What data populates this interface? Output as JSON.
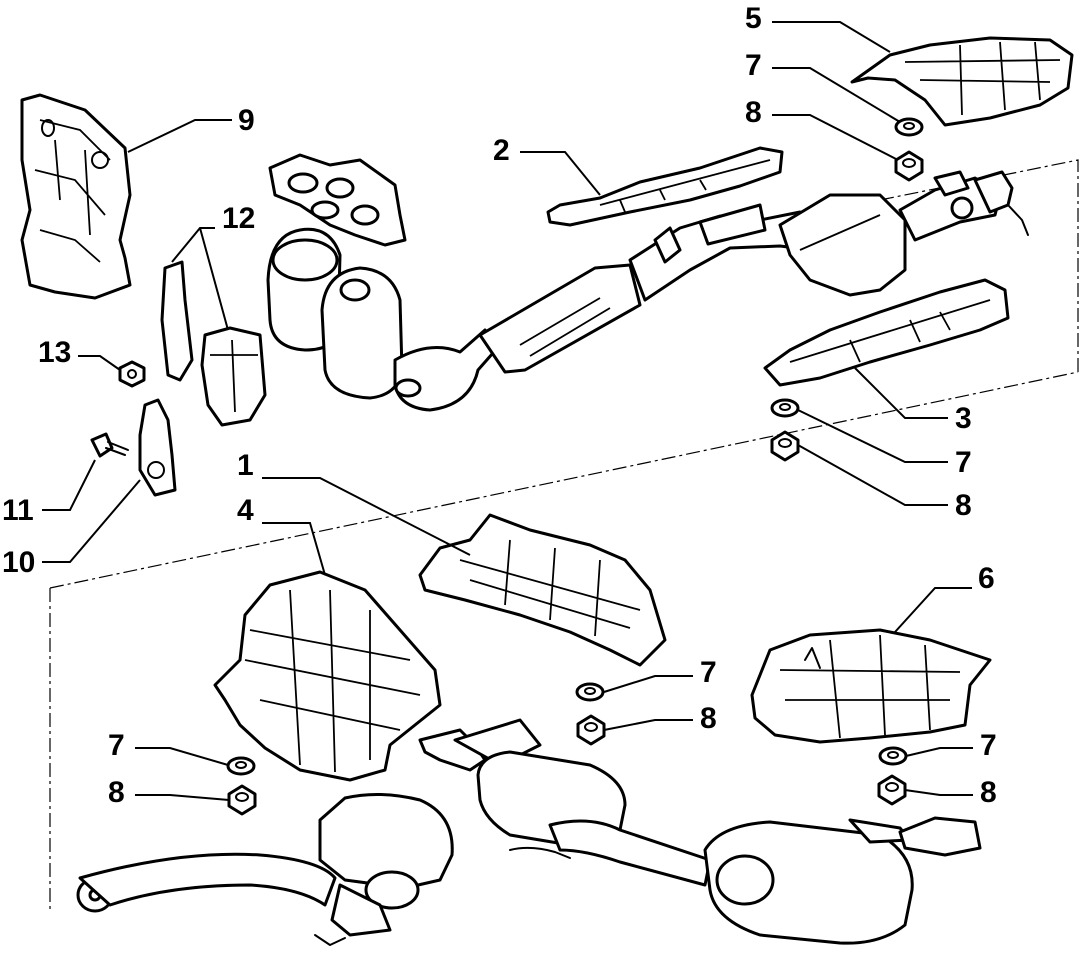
{
  "callouts": {
    "c1": "1",
    "c2": "2",
    "c3": "3",
    "c4": "4",
    "c5": "5",
    "c6": "6",
    "c7a": "7",
    "c7b": "7",
    "c7c": "7",
    "c7d": "7",
    "c7e": "7",
    "c8a": "8",
    "c8b": "8",
    "c8c": "8",
    "c8d": "8",
    "c8e": "8",
    "c9": "9",
    "c10": "10",
    "c11": "11",
    "c12": "12",
    "c13": "13"
  }
}
